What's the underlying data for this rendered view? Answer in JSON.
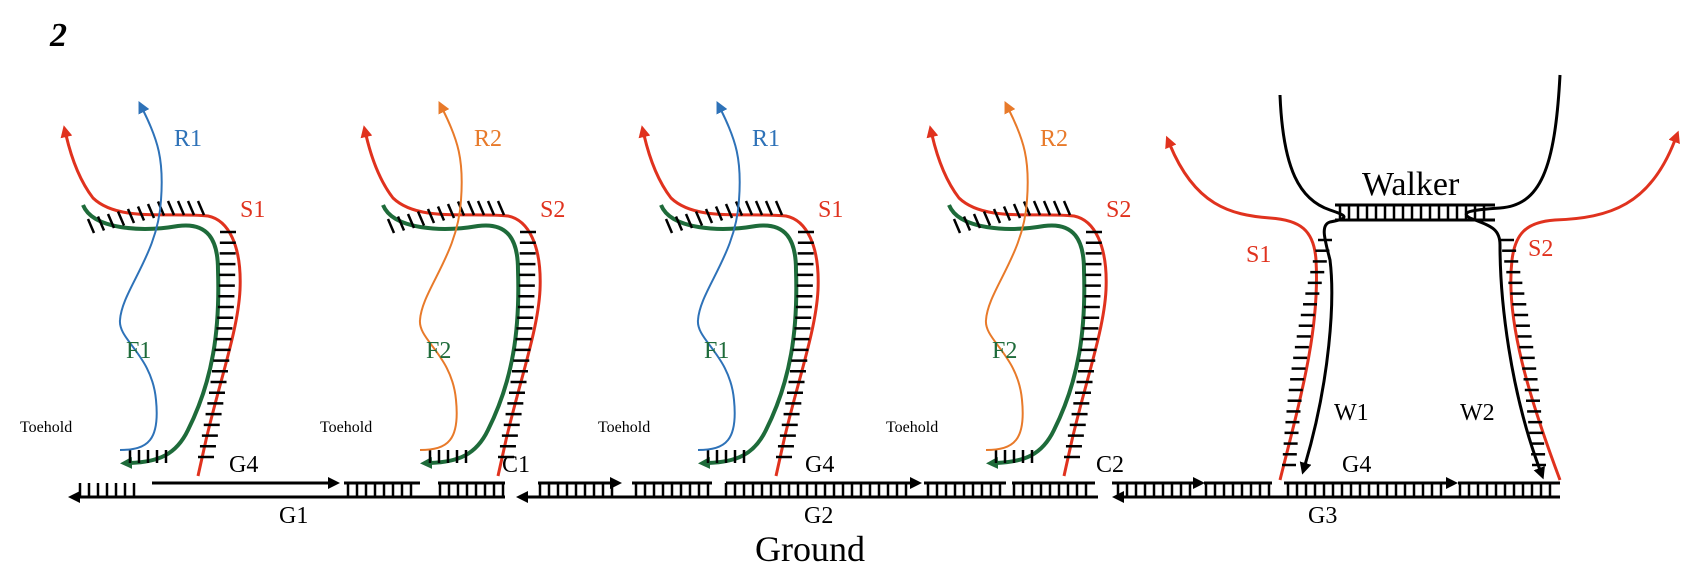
{
  "figure_number": "2",
  "colors": {
    "red": "#e0321e",
    "green": "#1e6b3a",
    "blue": "#2e72b8",
    "orange": "#e87a2a",
    "black": "#000000"
  },
  "units": [
    {
      "r_label": "R1",
      "s_label": "S1",
      "f_label": "F1",
      "toehold_label": "Toehold",
      "r_color": "blue"
    },
    {
      "r_label": "R2",
      "s_label": "S2",
      "f_label": "F2",
      "toehold_label": "Toehold",
      "r_color": "orange"
    },
    {
      "r_label": "R1",
      "s_label": "S1",
      "f_label": "F1",
      "toehold_label": "Toehold",
      "r_color": "blue"
    },
    {
      "r_label": "R2",
      "s_label": "S2",
      "f_label": "F2",
      "toehold_label": "Toehold",
      "r_color": "orange"
    }
  ],
  "ground_labels": {
    "top": [
      "G4",
      "C1",
      "G4",
      "C2",
      "G4"
    ],
    "bottom": [
      "G1",
      "G2",
      "G3"
    ],
    "title": "Ground"
  },
  "walker": {
    "title": "Walker",
    "legs": [
      "W1",
      "W2"
    ],
    "stators": [
      "S1",
      "S2"
    ]
  }
}
